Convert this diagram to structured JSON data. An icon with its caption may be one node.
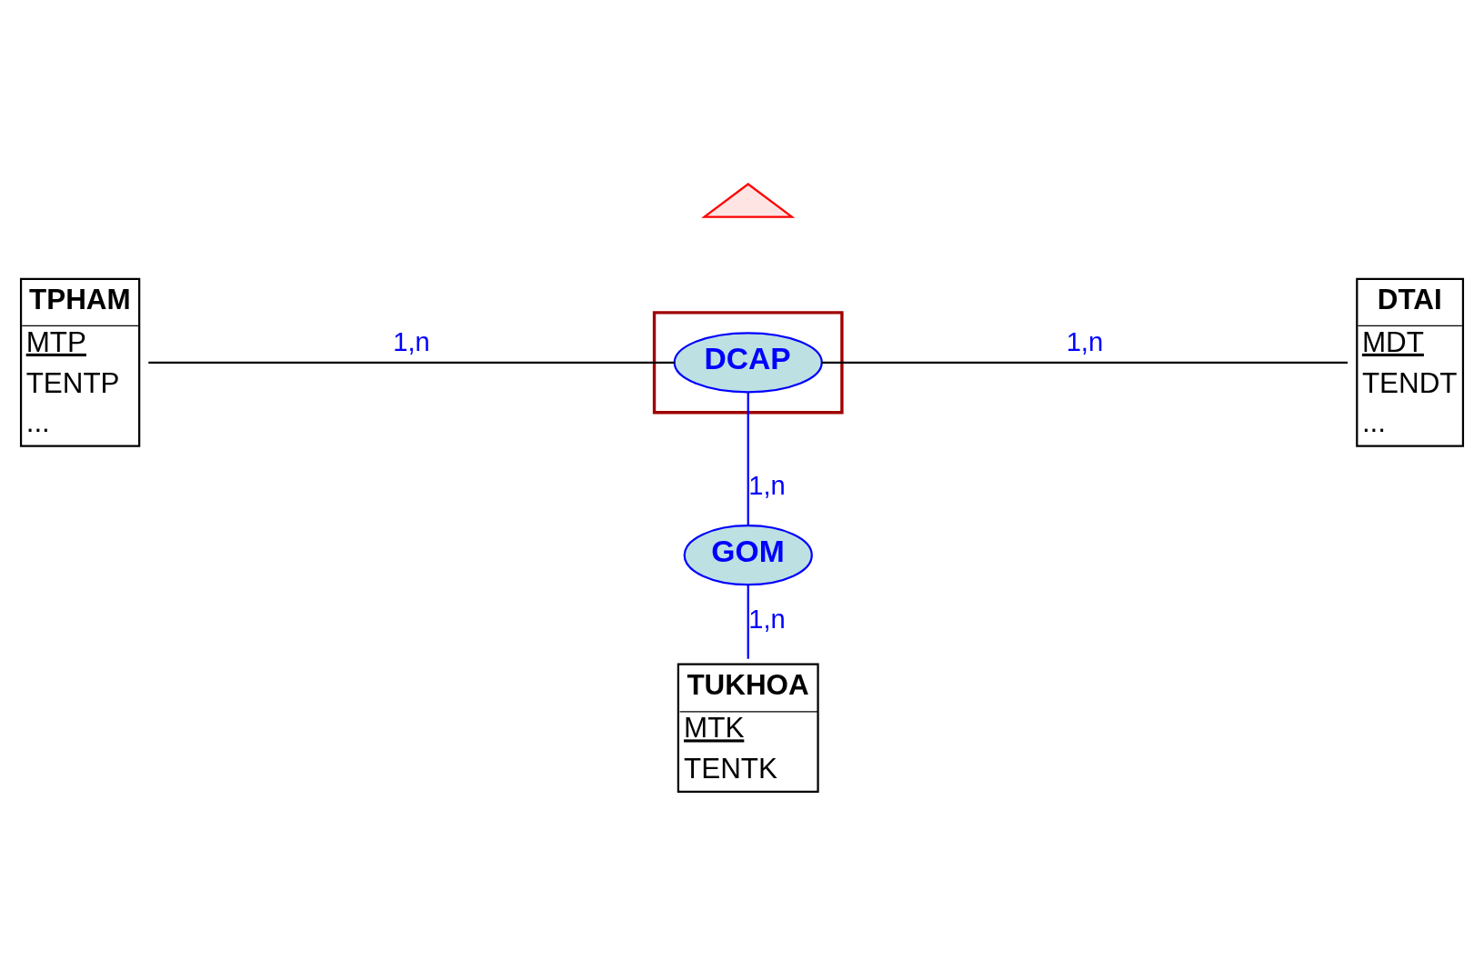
{
  "diagram": {
    "nodes": [
      {
        "text": [
          "TPHAM",
          "MTP",
          "TENTP",
          "..."
        ]
      },
      {
        "text": [],
        "shape": "box"
      },
      {
        "text": [
          "DCAP"
        ],
        "in": 1
      },
      {
        "text": [
          "DTAI",
          "MDT",
          "TENDT",
          "..."
        ]
      },
      {
        "text": [
          "GOM"
        ]
      },
      {
        "text": [
          "TUKHOA",
          "MTK",
          "TENTK"
        ]
      },
      {
        "text": [],
        "shape": "callout"
      }
    ],
    "edges": [
      {
        "from": 0,
        "to": 2,
        "arrow": "none",
        "label": "1,n"
      },
      {
        "from": 2,
        "to": 3,
        "arrow": "none",
        "label": "1,n"
      },
      {
        "from": 2,
        "to": 4,
        "arrow": "none",
        "label": "1,n",
        "color": "#0000ff"
      },
      {
        "from": 4,
        "to": 5,
        "arrow": "none",
        "label": "1,n",
        "color": "#0000ff"
      }
    ]
  }
}
